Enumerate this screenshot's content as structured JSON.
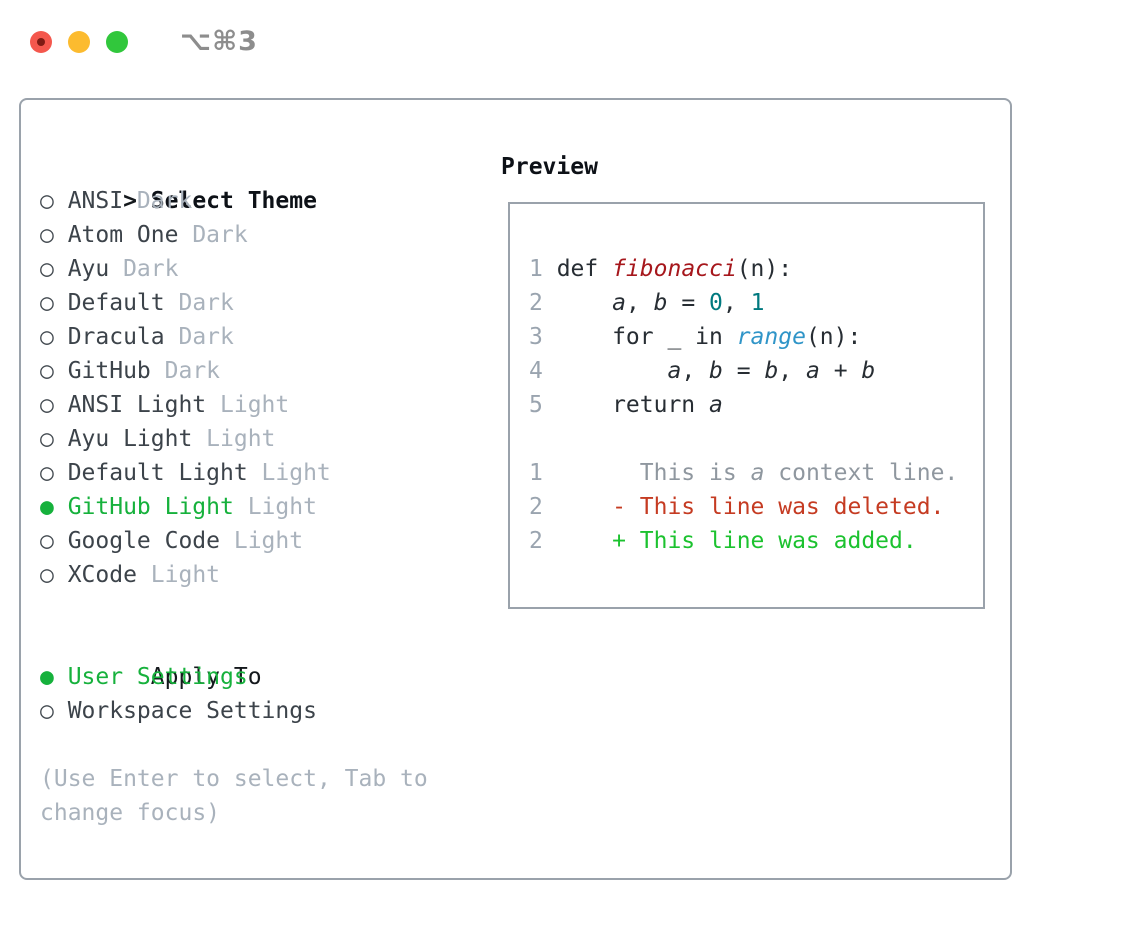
{
  "window": {
    "title": "⌥⌘3",
    "traffic_lights": {
      "close_color": "#f4574d",
      "minimize_color": "#fcbb2f",
      "zoom_color": "#31c73c"
    }
  },
  "theme_list": {
    "prompt_marker": ">",
    "prompt": "Select Theme",
    "marker_unselected": "○",
    "marker_selected": "●",
    "selected_color": "#16b13c",
    "items": [
      {
        "name": "ANSI",
        "tag": "Dark",
        "selected": false
      },
      {
        "name": "Atom One",
        "tag": "Dark",
        "selected": false
      },
      {
        "name": "Ayu",
        "tag": "Dark",
        "selected": false
      },
      {
        "name": "Default",
        "tag": "Dark",
        "selected": false
      },
      {
        "name": "Dracula",
        "tag": "Dark",
        "selected": false
      },
      {
        "name": "GitHub",
        "tag": "Dark",
        "selected": false
      },
      {
        "name": "ANSI Light",
        "tag": "Light",
        "selected": false
      },
      {
        "name": "Ayu Light",
        "tag": "Light",
        "selected": false
      },
      {
        "name": "Default Light",
        "tag": "Light",
        "selected": false
      },
      {
        "name": "GitHub Light",
        "tag": "Light",
        "selected": true
      },
      {
        "name": "Google Code",
        "tag": "Light",
        "selected": false
      },
      {
        "name": "XCode",
        "tag": "Light",
        "selected": false
      }
    ]
  },
  "apply_to": {
    "label": "Apply To",
    "options": [
      {
        "name": "User Settings",
        "selected": true
      },
      {
        "name": "Workspace Settings",
        "selected": false
      }
    ]
  },
  "hint": {
    "line1": "(Use Enter to select, Tab to",
    "line2": "change focus)"
  },
  "preview": {
    "title": "Preview",
    "code_lines": [
      {
        "num": "1",
        "segments": [
          {
            "t": "def ",
            "s": "plain"
          },
          {
            "t": "fibonacci",
            "s": "func"
          },
          {
            "t": "(n):",
            "s": "plain"
          }
        ]
      },
      {
        "num": "2",
        "segments": [
          {
            "t": "    ",
            "s": "plain"
          },
          {
            "t": "a",
            "s": "var"
          },
          {
            "t": ", ",
            "s": "plain"
          },
          {
            "t": "b",
            "s": "var"
          },
          {
            "t": " = ",
            "s": "plain"
          },
          {
            "t": "0",
            "s": "number"
          },
          {
            "t": ", ",
            "s": "plain"
          },
          {
            "t": "1",
            "s": "number"
          }
        ]
      },
      {
        "num": "3",
        "segments": [
          {
            "t": "    for _ in ",
            "s": "plain"
          },
          {
            "t": "range",
            "s": "call"
          },
          {
            "t": "(n):",
            "s": "plain"
          }
        ]
      },
      {
        "num": "4",
        "segments": [
          {
            "t": "        ",
            "s": "plain"
          },
          {
            "t": "a",
            "s": "var"
          },
          {
            "t": ", ",
            "s": "plain"
          },
          {
            "t": "b",
            "s": "var"
          },
          {
            "t": " = ",
            "s": "plain"
          },
          {
            "t": "b",
            "s": "var"
          },
          {
            "t": ", ",
            "s": "plain"
          },
          {
            "t": "a",
            "s": "var"
          },
          {
            "t": " + ",
            "s": "plain"
          },
          {
            "t": "b",
            "s": "var"
          }
        ]
      },
      {
        "num": "5",
        "segments": [
          {
            "t": "    return ",
            "s": "plain"
          },
          {
            "t": "a",
            "s": "var"
          }
        ]
      }
    ],
    "diff_lines": [
      {
        "num": "1",
        "segments": [
          {
            "t": "      This is ",
            "s": "ctx"
          },
          {
            "t": "a",
            "s": "ctxi"
          },
          {
            "t": " context line.",
            "s": "ctx"
          }
        ]
      },
      {
        "num": "2",
        "segments": [
          {
            "t": "    - This line was deleted.",
            "s": "del"
          }
        ]
      },
      {
        "num": "2",
        "segments": [
          {
            "t": "    + This line was added.",
            "s": "add"
          }
        ]
      }
    ],
    "syntax_colors": {
      "plain": "#272d33",
      "function": "#a6171c",
      "number": "#00797f",
      "call": "#3095c8",
      "context": "#8f979f",
      "deleted": "#c53b22",
      "added": "#1cc22f",
      "line_number": "#9aa4af"
    }
  }
}
